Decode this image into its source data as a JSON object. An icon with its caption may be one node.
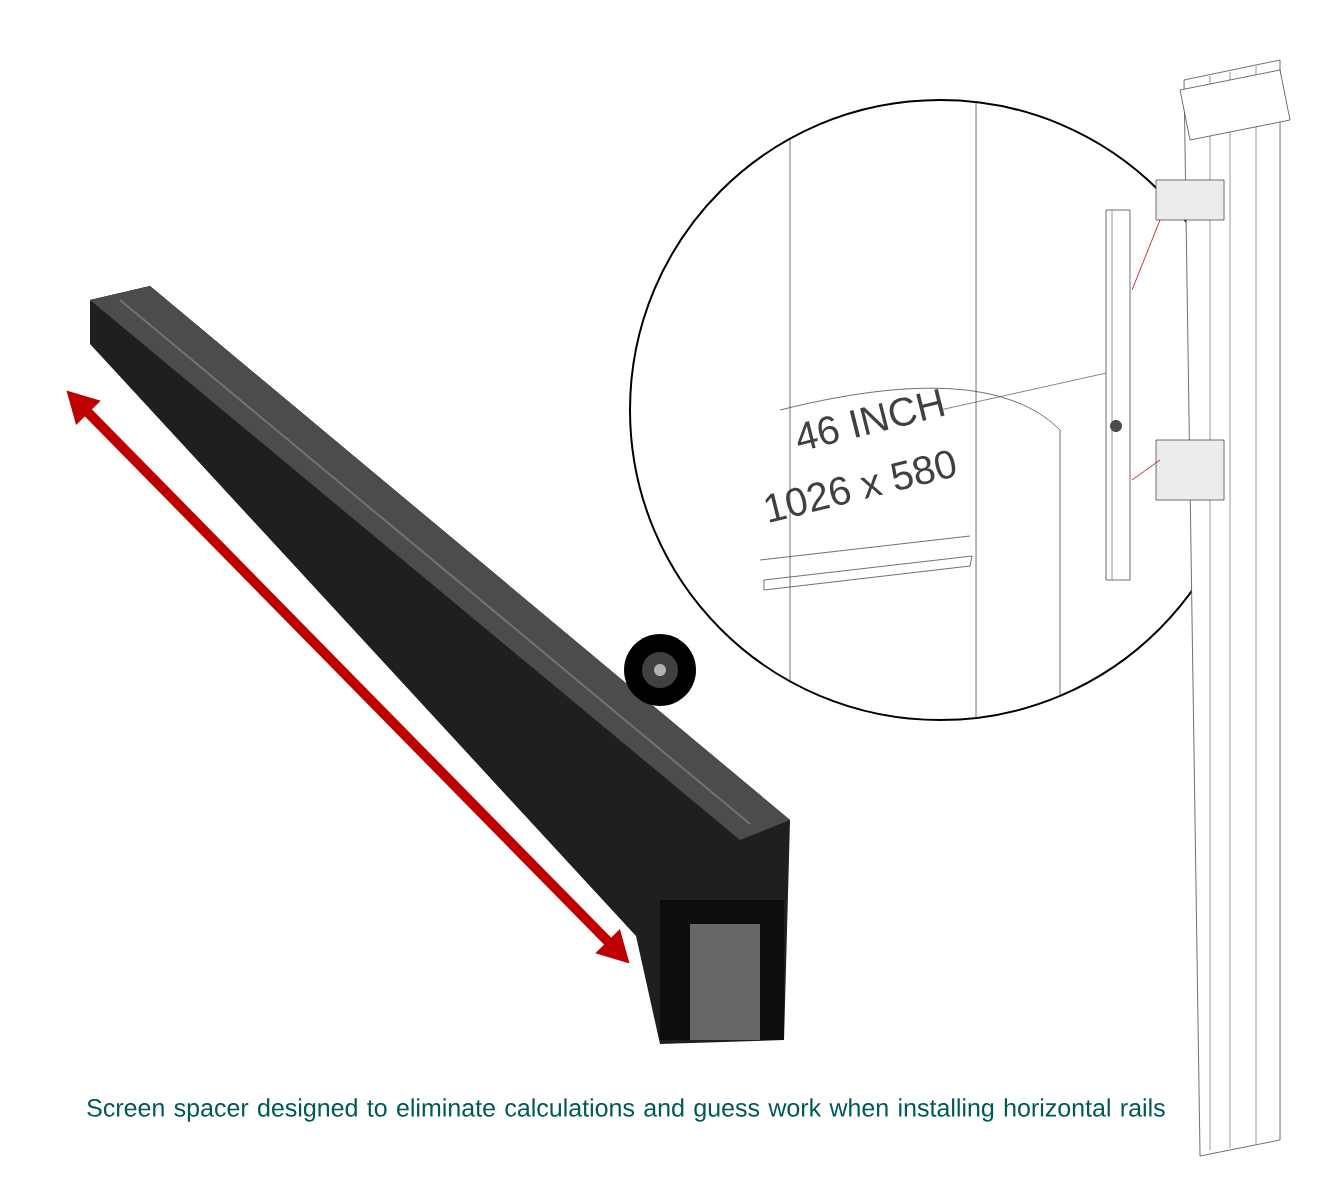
{
  "diagram": {
    "caption": "Screen spacer designed to eliminate calculations and guess work when installing horizontal rails",
    "labels": [
      "46 INCH",
      "1026 x 580"
    ]
  }
}
